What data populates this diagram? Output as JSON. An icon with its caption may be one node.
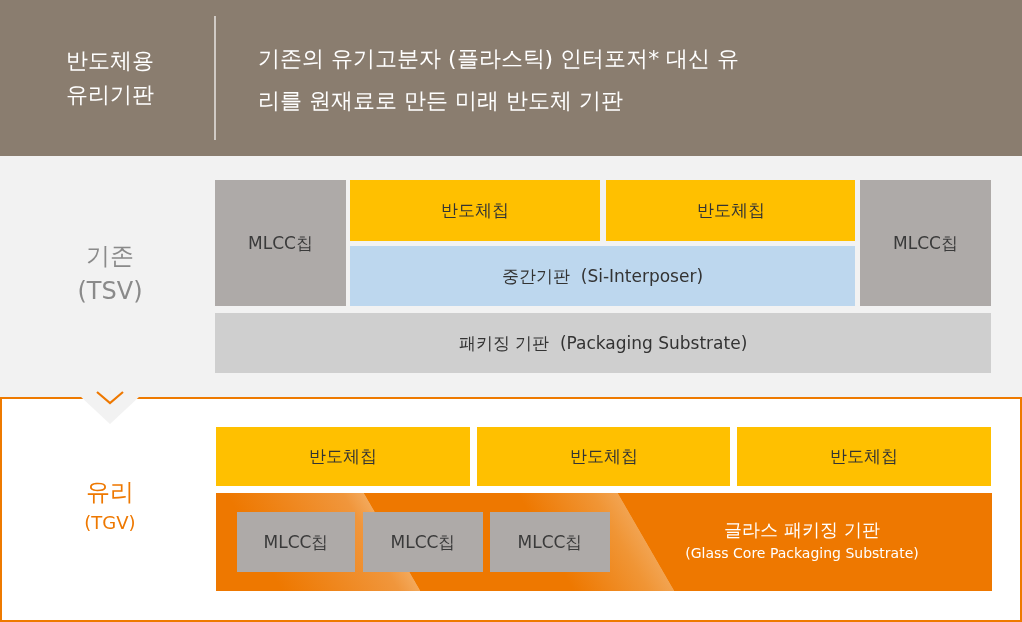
{
  "diagram": {
    "nodes": [
      {
        "text": [
          "반도체용 유리기판",
          "기존의 유기고분자 (플라스틱) 인터포저* 대신 유리를 원재료로 만든 미래 반도체 기판"
        ]
      },
      {
        "text": [
          "기존",
          "(TSV)"
        ]
      },
      {
        "text": [
          "MLCC칩"
        ],
        "in": 1
      },
      {
        "text": [
          "반도체칩"
        ],
        "in": 1
      },
      {
        "text": [
          "반도체칩"
        ],
        "in": 1
      },
      {
        "text": [
          "MLCC칩"
        ],
        "in": 1
      },
      {
        "text": [
          "중간기판  (Si-Interposer)"
        ],
        "in": 1
      },
      {
        "text": [
          "패키징 기판  (Packaging Substrate)"
        ],
        "in": 1
      },
      {
        "text": [
          "유리",
          "(TGV)"
        ]
      },
      {
        "text": [
          "반도체칩"
        ],
        "in": 8
      },
      {
        "text": [
          "반도체칩"
        ],
        "in": 8
      },
      {
        "text": [
          "반도체칩"
        ],
        "in": 8
      },
      {
        "text": [
          "글라스 패키징 기판",
          "(Glass Core Packaging Substrate)"
        ],
        "in": 8
      },
      {
        "text": [
          "MLCC칩"
        ],
        "in": 12
      },
      {
        "text": [
          "MLCC칩"
        ],
        "in": 12
      },
      {
        "text": [
          "MLCC칩"
        ],
        "in": 12
      }
    ],
    "edges": [
      {
        "from": 1,
        "to": 8,
        "arrow": "to",
        "color": "#ee7800"
      }
    ]
  }
}
